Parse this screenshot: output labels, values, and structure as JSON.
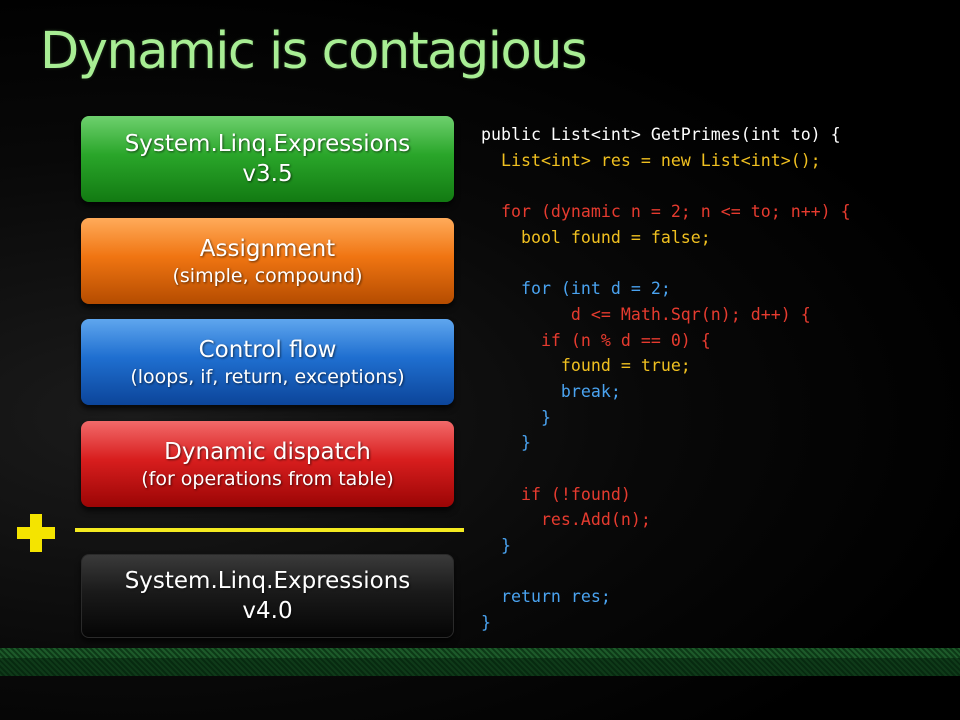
{
  "slide": {
    "title": "Dynamic is contagious"
  },
  "boxes": [
    {
      "main": "System.Linq.Expressions",
      "sub": "v3.5",
      "color": "#2aa62a"
    },
    {
      "main": "Assignment",
      "sub": "(simple, compound)",
      "color": "#f07512"
    },
    {
      "main": "Control flow",
      "sub": "(loops, if, return, exceptions)",
      "color": "#1f6fd0"
    },
    {
      "main": "Dynamic dispatch",
      "sub": "(for operations from table)",
      "color": "#d81e1e"
    },
    {
      "main": "System.Linq.Expressions",
      "sub": "v4.0",
      "color": "#1a1a1a"
    }
  ],
  "plus_icon": "plus-icon",
  "colors": {
    "title": "#a8ee94",
    "keyword": "#4aa3f0",
    "dynamic": "#e63b2f",
    "identifier": "#f0c020",
    "divider": "#f4ea20"
  },
  "code": {
    "line_01": "public List<int> GetPrimes(int to) {",
    "line_02": "  List<int> res = new List<int>();",
    "line_03": "",
    "line_04": "  for (dynamic n = 2; n <= to; n++) {",
    "line_05": "    bool found = false;",
    "line_06": "",
    "line_07": "    for (int d = 2;",
    "line_08": "         d <= Math.Sqr(n); d++) {",
    "line_09": "      if (n % d == 0) {",
    "line_10": "        found = true;",
    "line_11": "        break;",
    "line_12": "      }",
    "line_13": "    }",
    "line_14": "",
    "line_15": "    if (!found)",
    "line_16": "      res.Add(n);",
    "line_17": "  }",
    "line_18": "",
    "line_19": "  return res;",
    "line_20": "}"
  }
}
